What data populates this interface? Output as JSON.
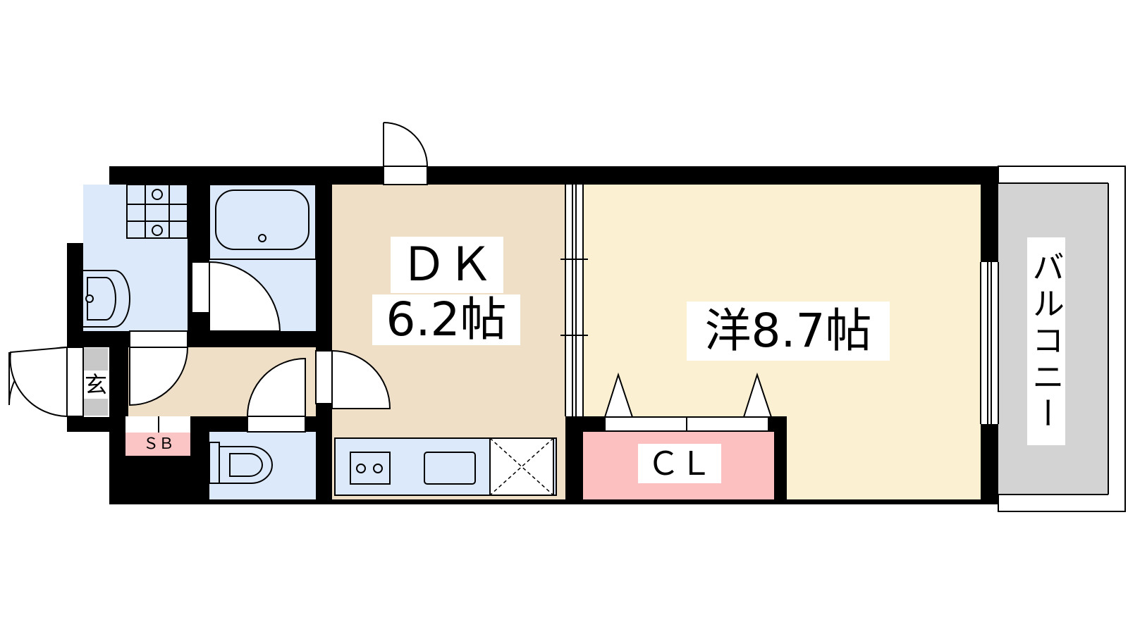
{
  "rooms": {
    "dk": {
      "name": "ＤＫ",
      "area": "6.2帖"
    },
    "western": {
      "text": "洋8.7帖"
    },
    "closet": {
      "text": "ＣＬ"
    },
    "balcony": {
      "text": "バルコニー"
    },
    "entrance": {
      "text": "玄"
    },
    "shoe_box": {
      "text": "ＳＢ"
    }
  },
  "colors": {
    "wall": "#000000",
    "wet_area": "#dbe9fb",
    "kitchen_hall": "#efdfc7",
    "western_room": "#fcf0d2",
    "closet": "#fcc0c0",
    "balcony": "#d3d3d3",
    "entrance": "#c8c8c8",
    "shoe_box": "#fbc5c5"
  }
}
